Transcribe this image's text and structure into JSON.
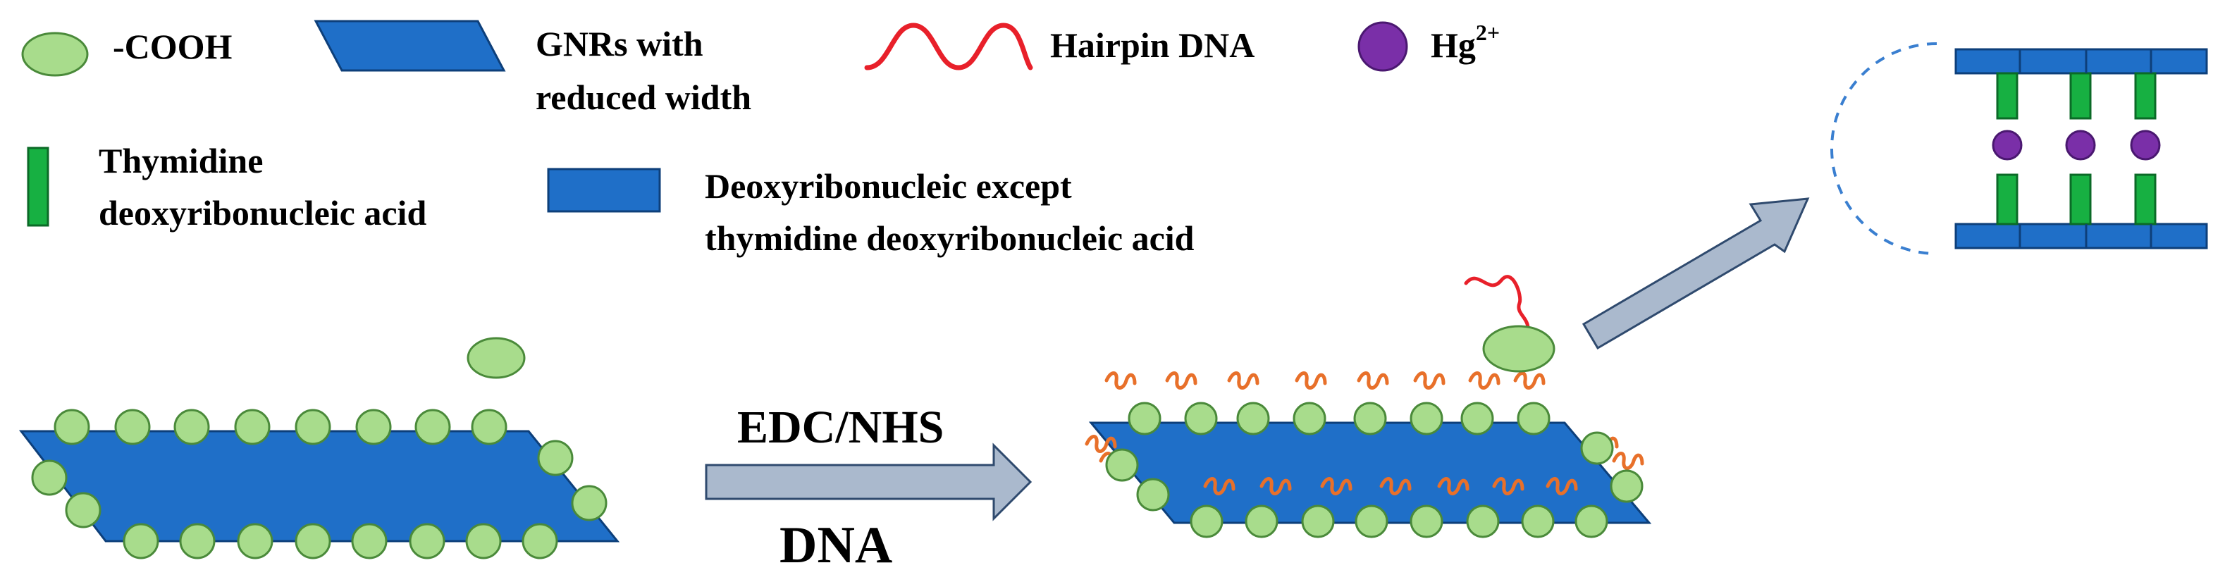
{
  "legend": {
    "cooh_label": "-COOH",
    "gnr_label_line1": "GNRs with",
    "gnr_label_line2": "reduced width",
    "hairpin_label": "Hairpin DNA",
    "hg_label_base": "Hg",
    "hg_label_sup": "2+",
    "thymidine_line1": "Thymidine",
    "thymidine_line2": "deoxyribonucleic acid",
    "other_dna_line1": "Deoxyribonucleic except",
    "other_dna_line2": "thymidine deoxyribonucleic acid"
  },
  "reaction": {
    "reagent_top": "EDC/NHS",
    "reagent_bottom": "DNA"
  },
  "colors": {
    "cooh_fill": "#a8dc8c",
    "cooh_stroke": "#4a8a3a",
    "gnr_fill": "#1f6fc8",
    "gnr_stroke": "#0d3f7a",
    "hairpin": "#e8202a",
    "hg": "#7a2fa8",
    "thymidine": "#17b042",
    "dna_strand": "#e8702a",
    "arrow_fill": "#aab9cd",
    "arrow_stroke": "#2f4a6e",
    "dashed": "#3a7fd0"
  }
}
